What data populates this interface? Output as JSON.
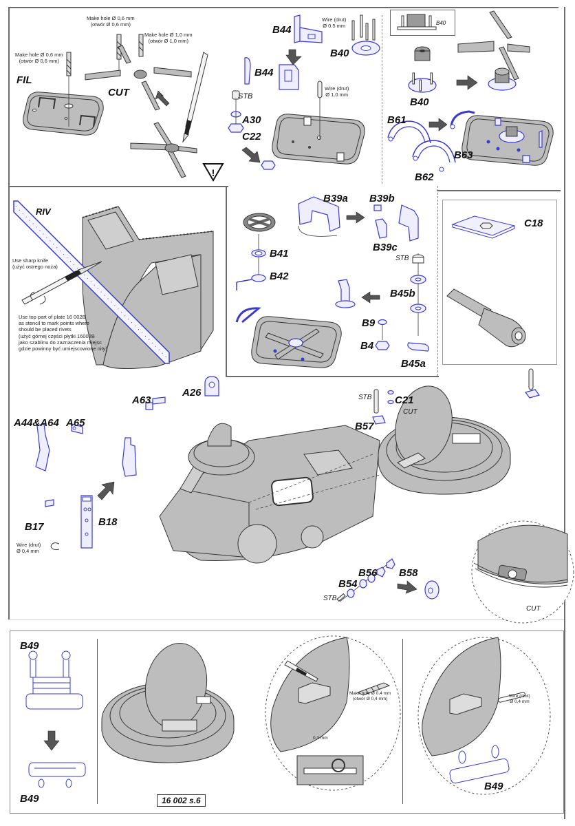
{
  "document": {
    "page_id": "16 002 s.6",
    "accent_color": "#3a3ad0",
    "part_color": "#bdbdbd"
  },
  "step1": {
    "labels": {
      "fil": "FIL",
      "cut": "CUT"
    },
    "notes": {
      "hole_a": "Make hole Ø 0,6 mm",
      "hole_a_pl": "(otwór Ø 0,6 mm)",
      "hole_b": "Make hole Ø 0,6 mm",
      "hole_b_pl": "(otwór Ø 0,6 mm)",
      "hole_c": "Make hole Ø 1,0 mm",
      "hole_c_pl": "(otwór Ø 1,0 mm)"
    },
    "warning_icon": "warning-triangle-icon"
  },
  "step2": {
    "labels": {
      "b44_top": "B44",
      "b44_mid": "B44",
      "stb": "STB",
      "a30": "A30",
      "c22": "C22",
      "b40": "B40"
    },
    "notes": {
      "wire_05": "Wire (drut)",
      "wire_05_size": "Ø 0.5 mm",
      "wire_10": "Wire (drut)",
      "wire_10_size": "Ø 1.0 mm"
    }
  },
  "step3": {
    "labels": {
      "b40_inset": "B40",
      "b40": "B40",
      "b61": "B61",
      "b62": "B62",
      "b63": "B63"
    }
  },
  "step4": {
    "labels": {
      "riv": "RIV"
    },
    "notes": {
      "knife": "Use sharp knife",
      "knife_pl": "(użyć ostrego noża)",
      "stencil_1": "Use top part of plate 16 002B",
      "stencil_2": "as stencil to mark points where",
      "stencil_3": "should be placed rivets",
      "stencil_pl_1": "(użyć górnej części płytki 16002B",
      "stencil_pl_2": "jako szablinu do zaznaczenia miejsc",
      "stencil_pl_3": "gdzie powinny być umiejscowione nity)"
    }
  },
  "step5": {
    "labels": {
      "b39a": "B39a",
      "b39b": "B39b",
      "b39c": "B39c",
      "stb": "STB",
      "b41": "B41",
      "b42": "B42",
      "b45b": "B45b",
      "b9": "B9",
      "b4": "B4",
      "b45a": "B45a"
    }
  },
  "step6": {
    "labels": {
      "c18": "C18"
    }
  },
  "step7": {
    "labels": {
      "a63": "A63",
      "a26": "A26",
      "a44_a64": "A44&A64",
      "a65": "A65",
      "b17": "B17",
      "b18": "B18",
      "stb": "STB",
      "c21": "C21",
      "cut_top": "CUT",
      "b57": "B57",
      "b54": "B54",
      "b56": "B56",
      "b58": "B58",
      "stb2": "STB",
      "cut_bottom": "CUT"
    },
    "notes": {
      "wire_04": "Wire (drut)",
      "wire_04_size": "Ø 0,4 mm"
    }
  },
  "step8": {
    "labels": {
      "b49_top": "B49",
      "b49_bottom": "B49",
      "b49_detail": "B49"
    },
    "notes": {
      "hole_04": "Make hole Ø 0,4 mm",
      "hole_04_pl": "(otwór Ø 0,4 mm)",
      "dim": "0,3 mm",
      "wire_04": "Wire (drut)",
      "wire_04_size": "Ø 0,4 mm"
    }
  }
}
